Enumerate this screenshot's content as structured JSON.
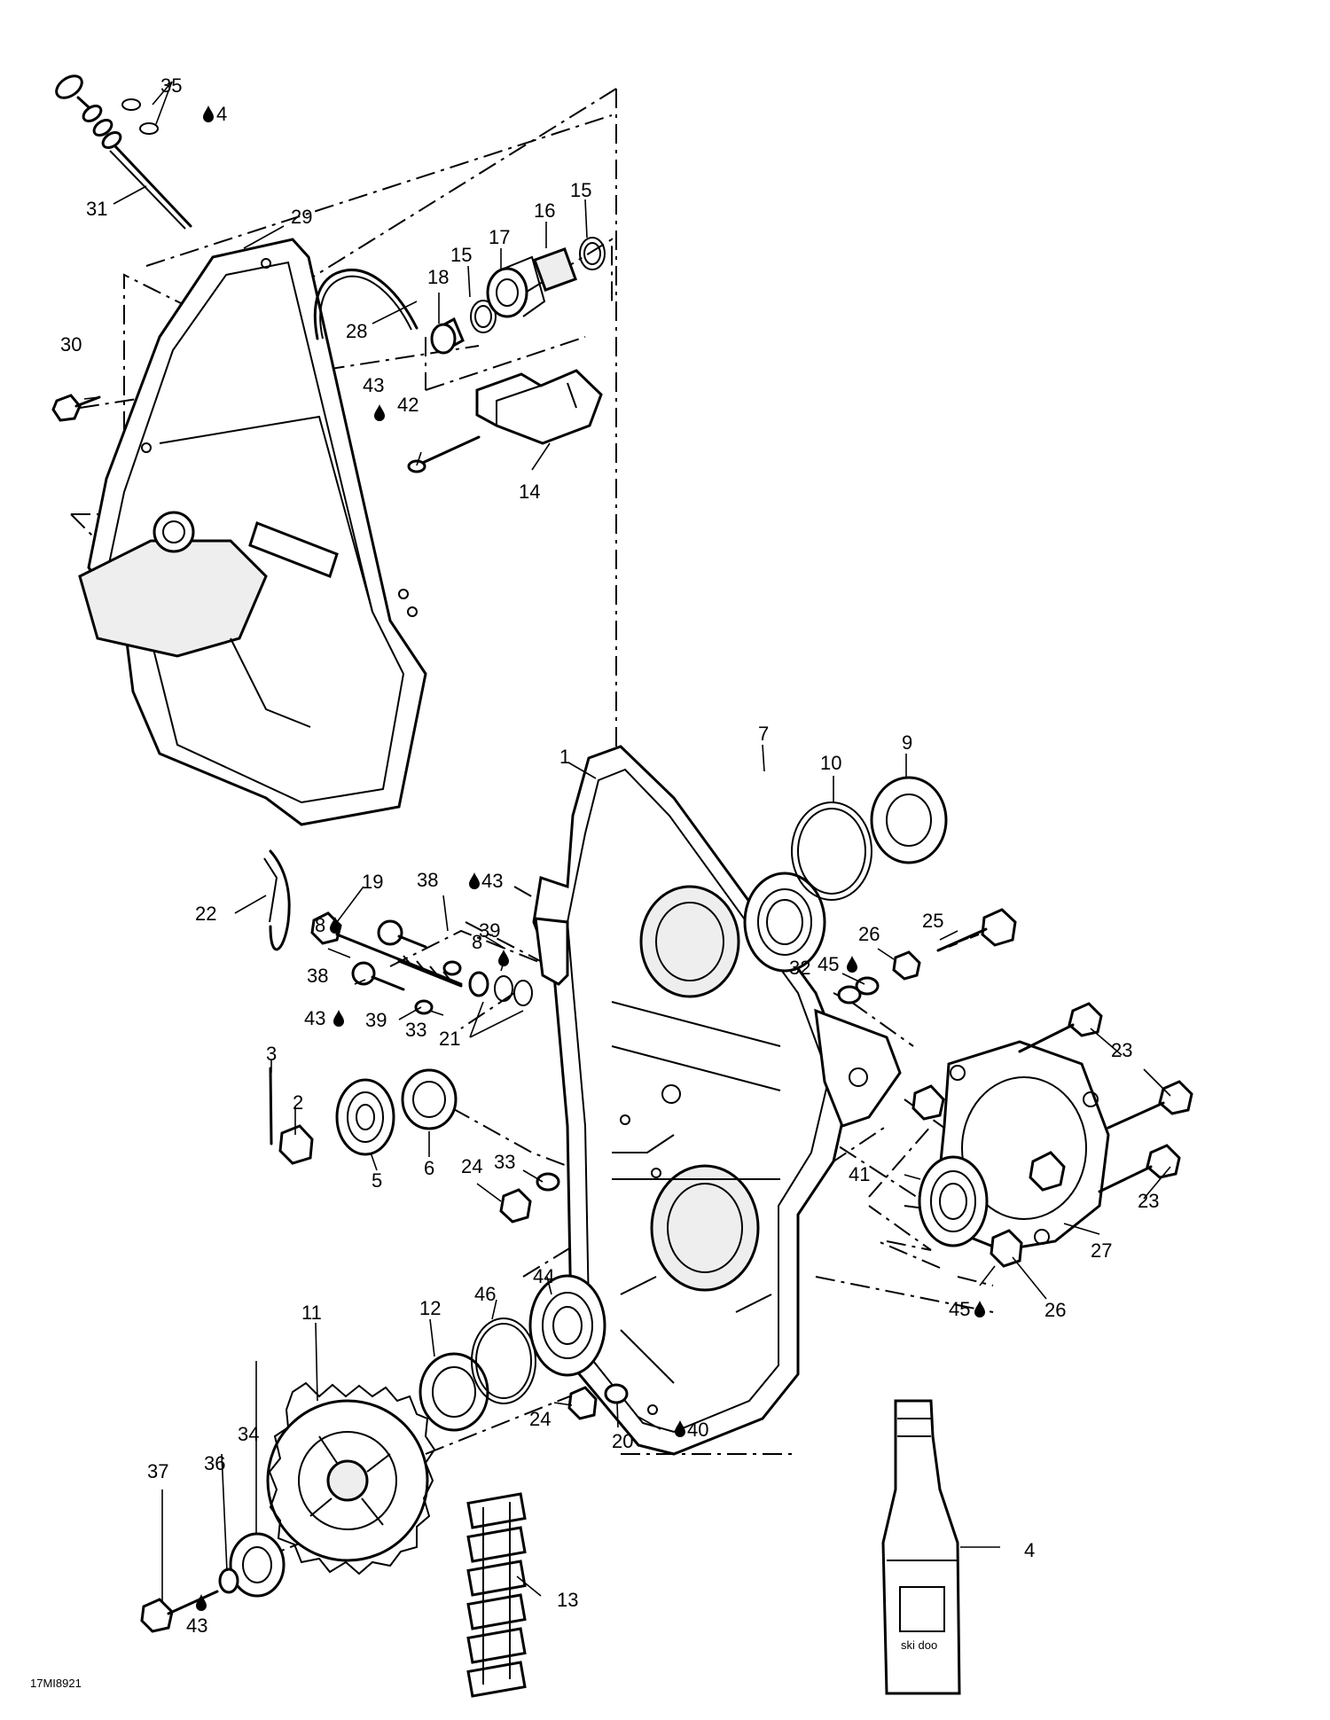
{
  "figure_code": "17MI8921",
  "bottle_brand": "ski doo",
  "lubricant_marker": "drop-icon",
  "callouts": [
    {
      "id": "c1",
      "text": "1"
    },
    {
      "id": "c2",
      "text": "2"
    },
    {
      "id": "c3",
      "text": "3"
    },
    {
      "id": "c4a",
      "text": "4"
    },
    {
      "id": "c4b",
      "text": "4"
    },
    {
      "id": "c5",
      "text": "5"
    },
    {
      "id": "c6",
      "text": "6"
    },
    {
      "id": "c7",
      "text": "7"
    },
    {
      "id": "c8a",
      "text": "8"
    },
    {
      "id": "c8b",
      "text": "8"
    },
    {
      "id": "c9",
      "text": "9"
    },
    {
      "id": "c10",
      "text": "10"
    },
    {
      "id": "c11",
      "text": "11"
    },
    {
      "id": "c12",
      "text": "12"
    },
    {
      "id": "c13",
      "text": "13"
    },
    {
      "id": "c14",
      "text": "14"
    },
    {
      "id": "c15a",
      "text": "15"
    },
    {
      "id": "c15b",
      "text": "15"
    },
    {
      "id": "c16",
      "text": "16"
    },
    {
      "id": "c17",
      "text": "17"
    },
    {
      "id": "c18",
      "text": "18"
    },
    {
      "id": "c19",
      "text": "19"
    },
    {
      "id": "c20",
      "text": "20"
    },
    {
      "id": "c21",
      "text": "21"
    },
    {
      "id": "c22",
      "text": "22"
    },
    {
      "id": "c23a",
      "text": "23"
    },
    {
      "id": "c23b",
      "text": "23"
    },
    {
      "id": "c24a",
      "text": "24"
    },
    {
      "id": "c24b",
      "text": "24"
    },
    {
      "id": "c25",
      "text": "25"
    },
    {
      "id": "c26a",
      "text": "26"
    },
    {
      "id": "c26b",
      "text": "26"
    },
    {
      "id": "c27",
      "text": "27"
    },
    {
      "id": "c28",
      "text": "28"
    },
    {
      "id": "c29",
      "text": "29"
    },
    {
      "id": "c30",
      "text": "30"
    },
    {
      "id": "c31",
      "text": "31"
    },
    {
      "id": "c32",
      "text": "32"
    },
    {
      "id": "c33a",
      "text": "33"
    },
    {
      "id": "c33b",
      "text": "33"
    },
    {
      "id": "c34",
      "text": "34"
    },
    {
      "id": "c35",
      "text": "35"
    },
    {
      "id": "c36",
      "text": "36"
    },
    {
      "id": "c37",
      "text": "37"
    },
    {
      "id": "c38a",
      "text": "38"
    },
    {
      "id": "c38b",
      "text": "38"
    },
    {
      "id": "c39a",
      "text": "39"
    },
    {
      "id": "c39b",
      "text": "39"
    },
    {
      "id": "c40",
      "text": "40"
    },
    {
      "id": "c41",
      "text": "41"
    },
    {
      "id": "c42",
      "text": "42"
    },
    {
      "id": "c43a",
      "text": "43"
    },
    {
      "id": "c43b",
      "text": "43"
    },
    {
      "id": "c43c",
      "text": "43"
    },
    {
      "id": "c43d",
      "text": "43"
    },
    {
      "id": "c44",
      "text": "44"
    },
    {
      "id": "c45a",
      "text": "45"
    },
    {
      "id": "c45b",
      "text": "45"
    },
    {
      "id": "c46",
      "text": "46"
    }
  ]
}
